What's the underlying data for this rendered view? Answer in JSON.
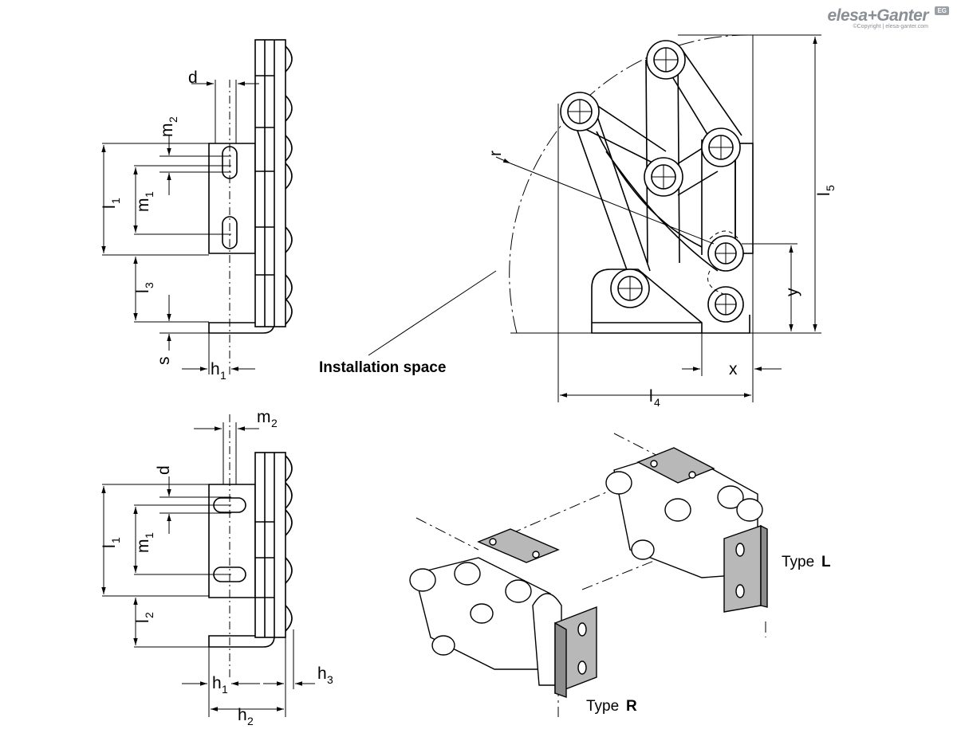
{
  "brand": {
    "name": "elesa+Ganter",
    "badge": "EG",
    "copyright": "©Copyright | elesa-ganter.com"
  },
  "dimensions": {
    "d": "d",
    "m": "m",
    "l": "l",
    "h": "h",
    "s": "s",
    "r": "r",
    "x": "x",
    "y": "y",
    "sub1": "1",
    "sub2": "2",
    "sub3": "3",
    "sub4": "4",
    "sub5": "5"
  },
  "callouts": {
    "installation_space": "Installation space"
  },
  "types": {
    "prefix": "Type",
    "left": "L",
    "right": "R"
  },
  "colors": {
    "line": "#000000",
    "plate_fill": "#b8b8b8",
    "plate_shade": "#8c8c8c",
    "brand_grey": "#8a8f95"
  }
}
